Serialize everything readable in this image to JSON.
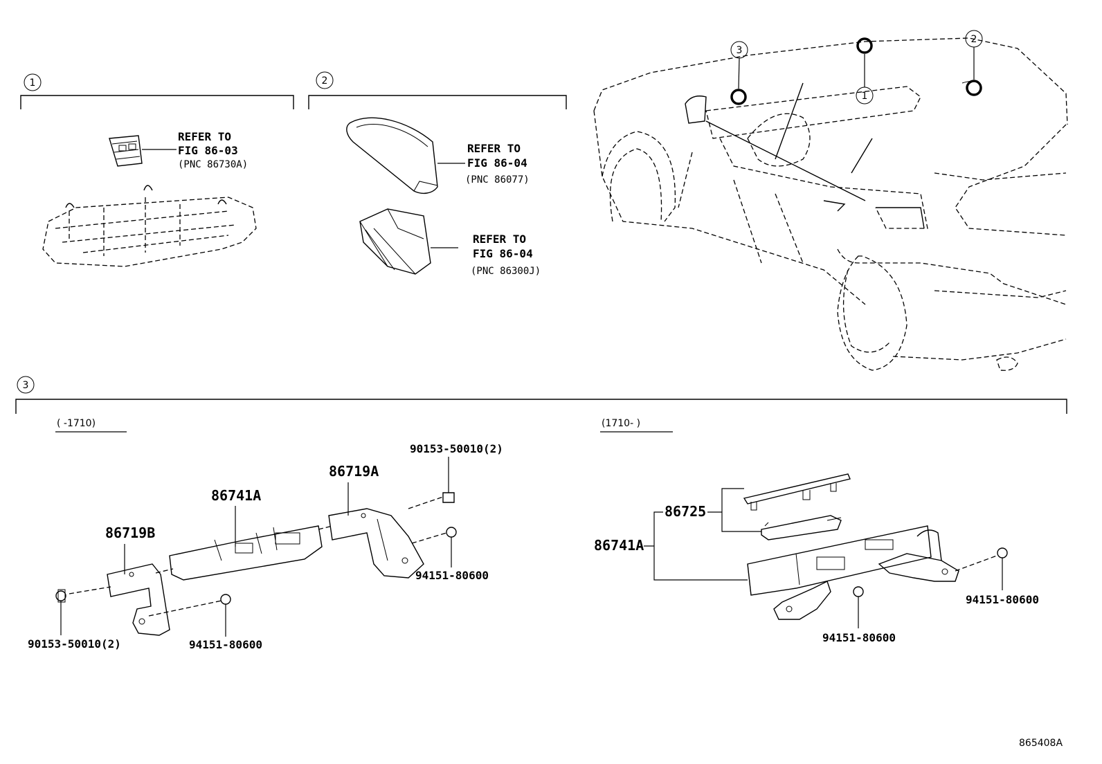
{
  "sections": {
    "s1": {
      "callout": "1",
      "ref_line1": "REFER TO",
      "ref_line2": "FIG 86-03",
      "ref_pnc": "(PNC 86730A)"
    },
    "s2": {
      "callout": "2",
      "antenna_ref_line1": "REFER TO",
      "antenna_ref_line2": "FIG 86-04",
      "antenna_ref_pnc": "(PNC 86077)",
      "module_ref_line1": "REFER TO",
      "module_ref_line2": "FIG 86-04",
      "module_ref_pnc": "(PNC 86300J)"
    },
    "s3": {
      "callout": "3",
      "left_range": "(    -1710)",
      "right_range": "(1710-    )",
      "left_parts": {
        "bracket_b": "86719B",
        "ecu": "86741A",
        "bracket_a": "86719A",
        "bolt_top": "90153-50010(2)",
        "nut_right": "94151-80600",
        "bolt_bottom": "90153-50010(2)",
        "nut_bottom": "94151-80600"
      },
      "right_parts": {
        "cover": "86725",
        "ecu": "86741A",
        "nut_right": "94151-80600",
        "nut_bottom": "94151-80600"
      }
    }
  },
  "car_view": {
    "callout_3": "3",
    "callout_1_top": "",
    "callout_1": "1",
    "callout_2": "2"
  },
  "figure_id": "865408A"
}
